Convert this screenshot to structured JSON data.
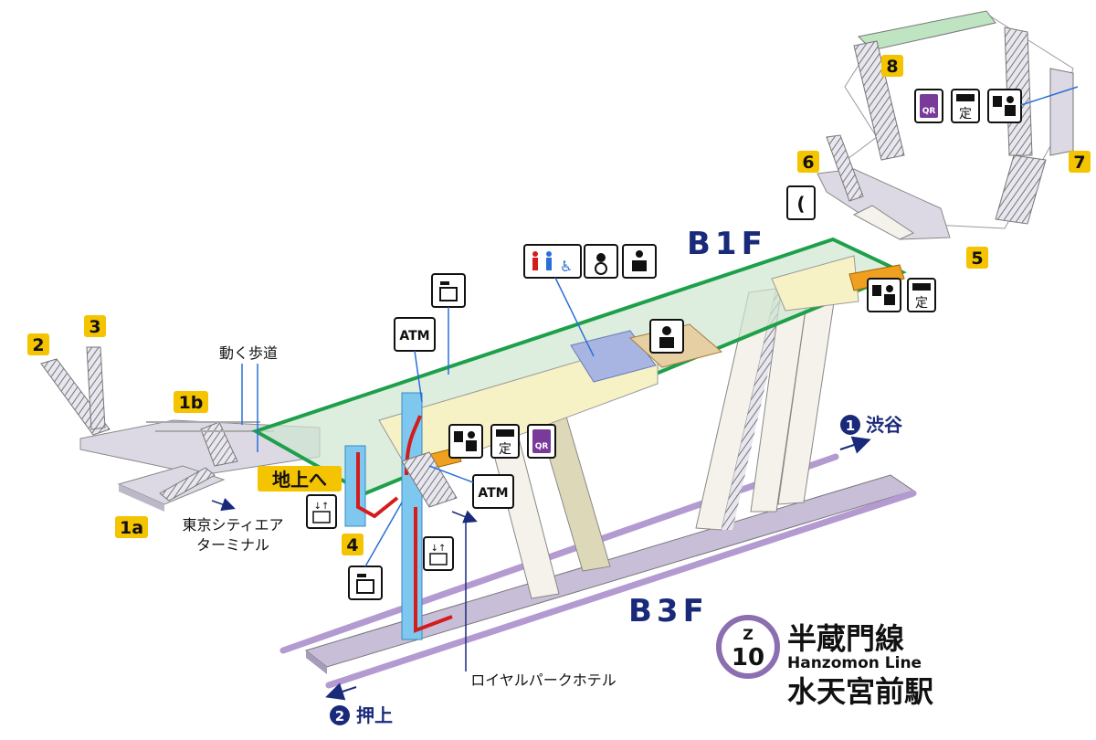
{
  "floors": {
    "b1f": "B1F",
    "b3f": "B3F"
  },
  "exits": {
    "e1a": "1a",
    "e1b": "1b",
    "e2": "2",
    "e3": "3",
    "e4": "4",
    "e5": "5",
    "e6": "6",
    "e7": "7",
    "e8": "8"
  },
  "labels": {
    "moving_walkway": "動く歩道",
    "to_ground": "地上へ",
    "tcat_line1": "東京シティエア",
    "tcat_line2": "ターミナル",
    "royal_park": "ロイヤルパークホテル",
    "atm": "ATM",
    "qr": "QR",
    "teiki": "定"
  },
  "directions": {
    "shibuya": {
      "num": "1",
      "name": "渋谷"
    },
    "oshiage": {
      "num": "2",
      "name": "押上"
    }
  },
  "station": {
    "badge_letter": "Z",
    "badge_number": "10",
    "line_ja": "半蔵門線",
    "line_en": "Hanzomon Line",
    "name_ja": "水天宮前駅"
  },
  "colors": {
    "line_purple": "#8c6fb0",
    "b1f_green": "#1ea04a",
    "exit_yellow": "#f5c400",
    "elevator_blue": "#7ec8f0",
    "escalator_red": "#d41c1c",
    "dir_navy": "#1a2a7a"
  }
}
